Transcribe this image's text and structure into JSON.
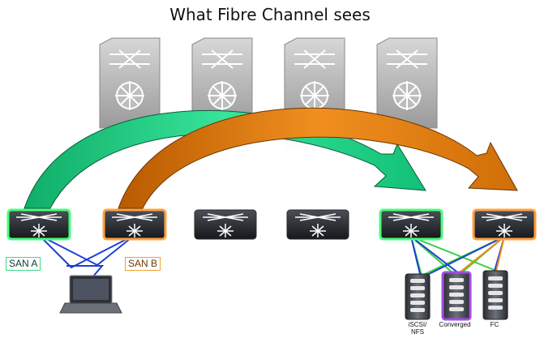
{
  "title": "What Fibre Channel sees",
  "labels": {
    "san_a": "SAN A",
    "san_b": "SAN B"
  },
  "storage": {
    "iscsi": "iSCSI/\nNFS",
    "converged": "Converged",
    "fc": "FC"
  },
  "colors": {
    "san_a": "#2ee07f",
    "san_b": "#e08a1e",
    "link_blue": "#1f3fd6",
    "link_green": "#35d040",
    "link_orange": "#f08a1a",
    "switch_glow_green": "#46ff7a",
    "switch_glow_orange": "#ffa040",
    "storage_glow_purple": "#a24de0"
  },
  "icons": [
    "core-director-icon",
    "edge-switch-icon",
    "laptop-icon",
    "storage-array-icon"
  ]
}
